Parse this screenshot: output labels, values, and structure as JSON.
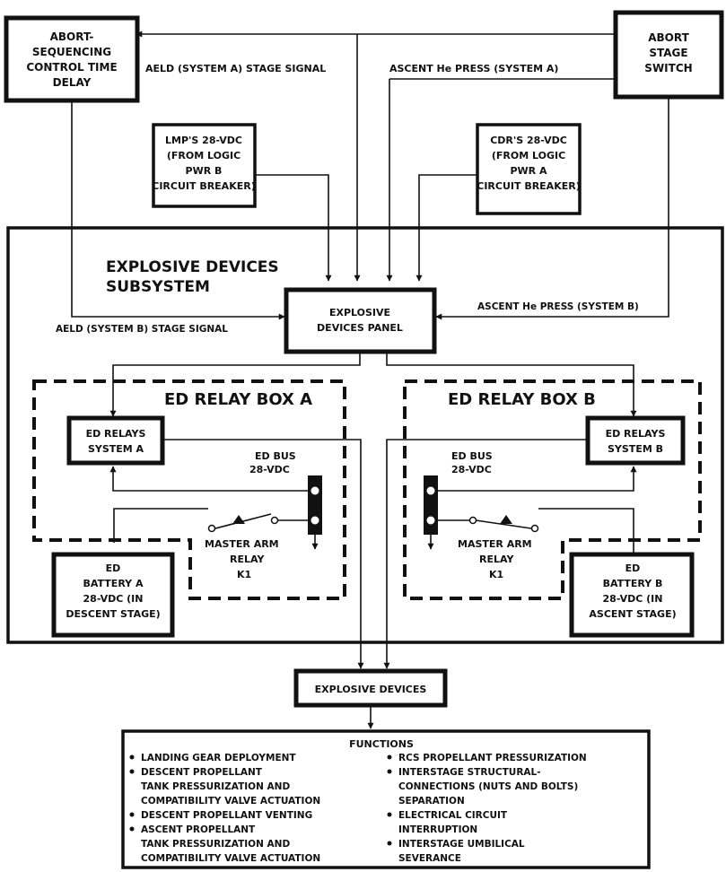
{
  "abort_seq": {
    "l1": "ABORT-",
    "l2": "SEQUENCING",
    "l3": "CONTROL TIME",
    "l4": "DELAY"
  },
  "abort_stage": {
    "l1": "ABORT",
    "l2": "STAGE",
    "l3": "SWITCH"
  },
  "aeld_a": "AELD (SYSTEM A) STAGE SIGNAL",
  "ascent_he_a": "ASCENT He PRESS (SYSTEM A)",
  "lmp_pwr": {
    "l1": "LMP'S 28-VDC",
    "l2": "(FROM LOGIC",
    "l3": "PWR B",
    "l4": "CIRCUIT BREAKER)"
  },
  "cdr_pwr": {
    "l1": "CDR'S 28-VDC",
    "l2": "(FROM LOGIC",
    "l3": "PWR A",
    "l4": "CIRCUIT BREAKER)"
  },
  "subsystem": {
    "l1": "EXPLOSIVE DEVICES",
    "l2": "SUBSYSTEM"
  },
  "panel": {
    "l1": "EXPLOSIVE",
    "l2": "DEVICES PANEL"
  },
  "aeld_b": "AELD (SYSTEM B) STAGE SIGNAL",
  "ascent_he_b": "ASCENT He PRESS (SYSTEM B)",
  "relay_box_a": {
    "title": "ED RELAY BOX A",
    "relays": {
      "l1": "ED RELAYS",
      "l2": "SYSTEM A"
    },
    "bus": {
      "l1": "ED BUS",
      "l2": "28-VDC"
    },
    "master_arm": {
      "l1": "MASTER ARM",
      "l2": "RELAY",
      "l3": "K1"
    }
  },
  "relay_box_b": {
    "title": "ED RELAY BOX B",
    "relays": {
      "l1": "ED RELAYS",
      "l2": "SYSTEM B"
    },
    "bus": {
      "l1": "ED BUS",
      "l2": "28-VDC"
    },
    "master_arm": {
      "l1": "MASTER ARM",
      "l2": "RELAY",
      "l3": "K1"
    }
  },
  "battery_a": {
    "l1": "ED",
    "l2": "BATTERY A",
    "l3": "28-VDC (IN",
    "l4": "DESCENT STAGE)"
  },
  "battery_b": {
    "l1": "ED",
    "l2": "BATTERY B",
    "l3": "28-VDC (IN",
    "l4": "ASCENT STAGE)"
  },
  "explosive_devices": "EXPLOSIVE DEVICES",
  "functions": {
    "title": "FUNCTIONS",
    "left": [
      "LANDING GEAR DEPLOYMENT",
      "DESCENT PROPELLANT",
      "TANK PRESSURIZATION AND",
      "COMPATIBILITY VALVE ACTUATION",
      "DESCENT PROPELLANT VENTING",
      "ASCENT PROPELLANT",
      "TANK PRESSURIZATION AND",
      "COMPATIBILITY VALVE ACTUATION"
    ],
    "right": [
      "RCS PROPELLANT PRESSURIZATION",
      "INTERSTAGE STRUCTURAL-",
      "CONNECTIONS (NUTS AND BOLTS)",
      "SEPARATION",
      "ELECTRICAL CIRCUIT",
      "INTERRUPTION",
      "INTERSTAGE UMBILICAL",
      "SEVERANCE"
    ]
  }
}
